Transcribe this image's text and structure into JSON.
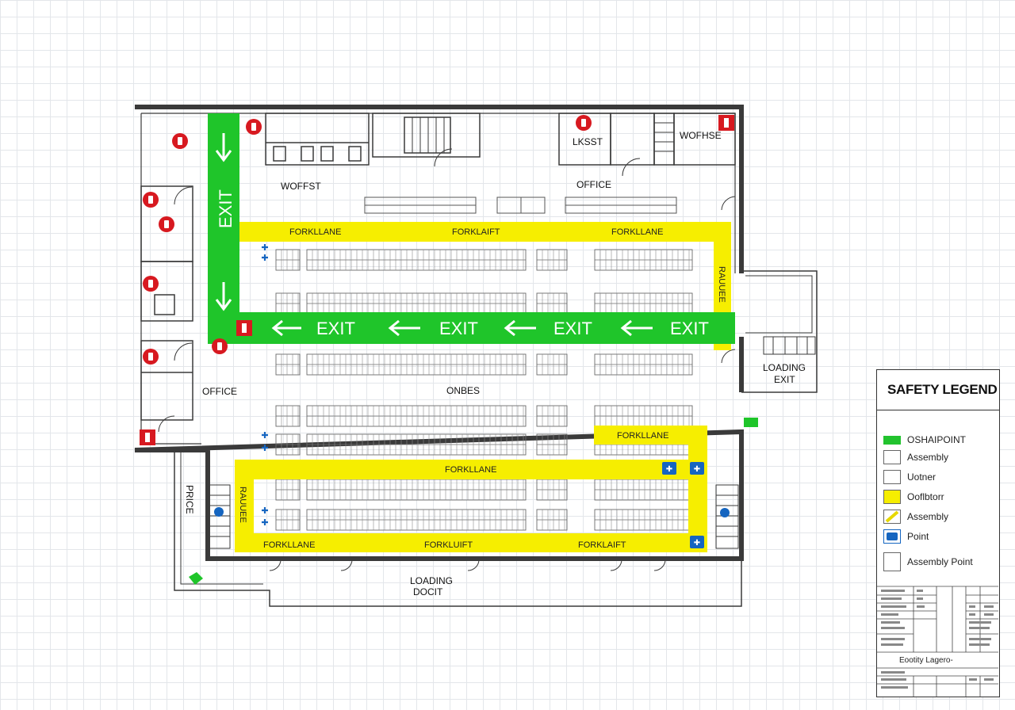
{
  "labels": {
    "exit_vertical": "EXIT",
    "exit_horizontal": "EXIT",
    "office_top_left": "WOFFST",
    "office_top_mid": "OFFICE",
    "room_top_a": "LKSST",
    "room_top_b": "WOFHSE",
    "office_left": "OFFICE",
    "center": "ONBES",
    "loading_exit_line1": "LOADING",
    "loading_exit_line2": "EXIT",
    "loading_dock_line1": "LOADING",
    "loading_dock_line2": "DOCIT",
    "price": "PRICE",
    "side_right": "RAUUEE",
    "side_left": "RAUUEE",
    "lane_top": [
      "FORKLLANE",
      "FORKLAIFT",
      "FORKLLANE"
    ],
    "lane_mid_right": "FORKLLANE",
    "lane_mid": "FORKLLANE",
    "lane_bottom": [
      "FORKLLANE",
      "FORKLUIFT",
      "FORKLAIFT"
    ]
  },
  "legend": {
    "title": "SAFETY LEGEND",
    "items": [
      {
        "label": "OSHAIPOINT",
        "color": "#22c32e",
        "icon": "green-bar"
      },
      {
        "label": "Assembly",
        "color": "#ffffff",
        "icon": "empty-box"
      },
      {
        "label": "Uotner",
        "color": "#ffffff",
        "icon": "empty-box"
      },
      {
        "label": "Ooflbtorr",
        "color": "#f6ee00",
        "icon": "yellow-box"
      },
      {
        "label": "Assembly",
        "color": "#f6ee00",
        "icon": "yellow-slash"
      },
      {
        "label": "Point",
        "color": "#1565c0",
        "icon": "blue-assembly-icon"
      },
      {
        "label": "Assembly Point",
        "color": "#ffffff",
        "icon": "empty-box"
      }
    ],
    "title_block_caption": "Eootity Lagero-"
  },
  "colors": {
    "exit_green": "#1fc52a",
    "lane_yellow": "#f6ee00",
    "fire_red": "#d71920",
    "assembly_blue": "#1565c0",
    "wall": "#3a3a3a"
  }
}
